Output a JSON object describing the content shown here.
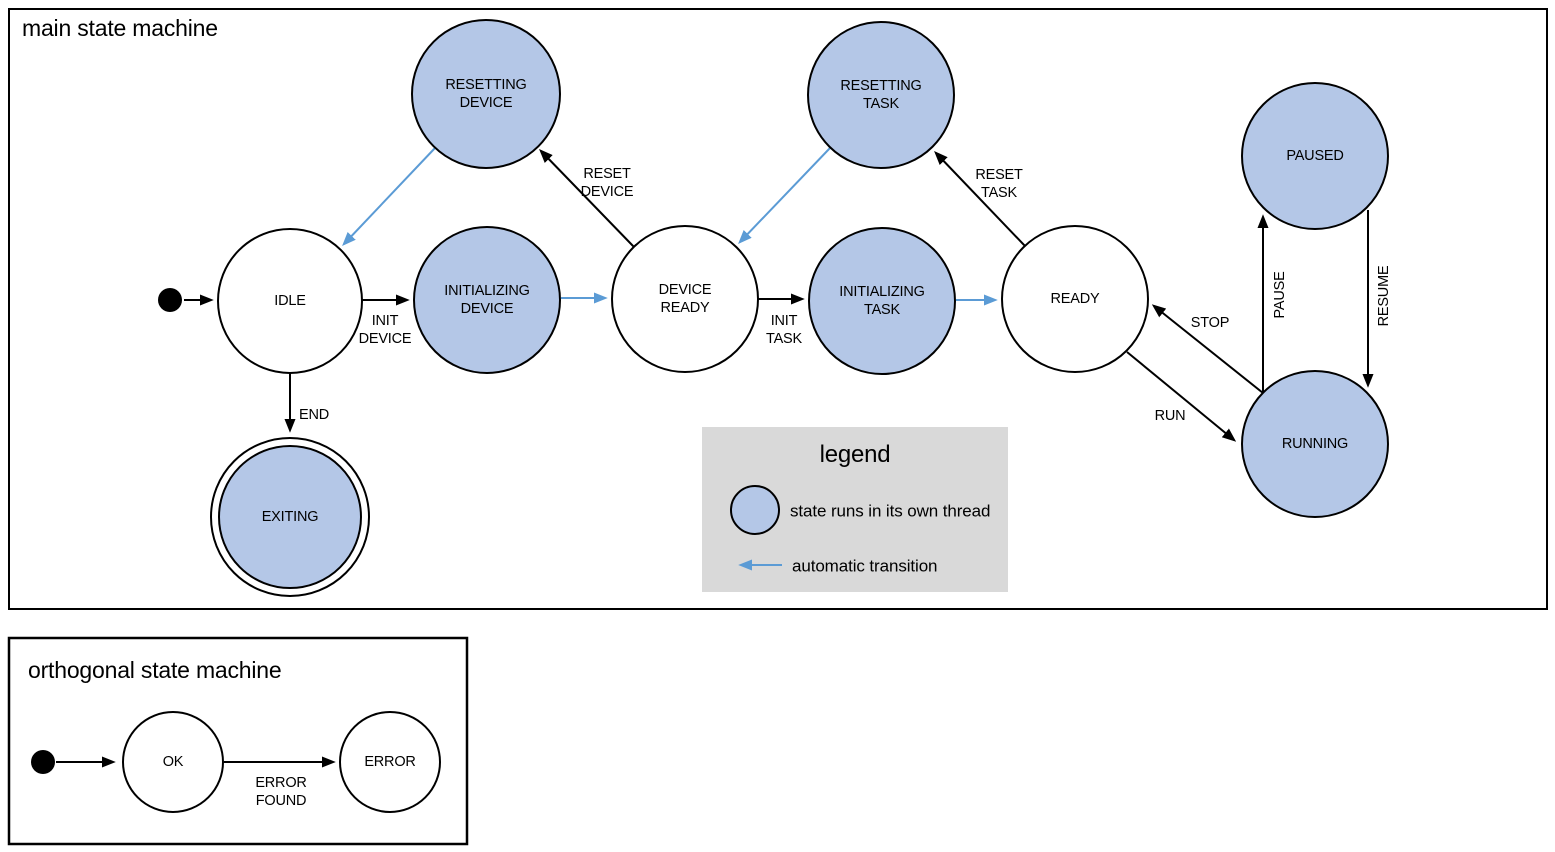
{
  "colors": {
    "thread_fill": "#b4c7e7",
    "auto_arrow": "#5b9bd5",
    "legend_bg": "#d9d9d9",
    "line": "#000000"
  },
  "main": {
    "title": "main state machine",
    "states": {
      "idle": "IDLE",
      "resetting_device": {
        "l1": "RESETTING",
        "l2": "DEVICE"
      },
      "initializing_device": {
        "l1": "INITIALIZING",
        "l2": "DEVICE"
      },
      "device_ready": {
        "l1": "DEVICE",
        "l2": "READY"
      },
      "resetting_task": {
        "l1": "RESETTING",
        "l2": "TASK"
      },
      "initializing_task": {
        "l1": "INITIALIZING",
        "l2": "TASK"
      },
      "ready": "READY",
      "paused": "PAUSED",
      "running": "RUNNING",
      "exiting": "EXITING"
    },
    "transitions": {
      "init_device": {
        "l1": "INIT",
        "l2": "DEVICE"
      },
      "reset_device": {
        "l1": "RESET",
        "l2": "DEVICE"
      },
      "init_task": {
        "l1": "INIT",
        "l2": "TASK"
      },
      "reset_task": {
        "l1": "RESET",
        "l2": "TASK"
      },
      "end": "END",
      "stop": "STOP",
      "run": "RUN",
      "pause": "PAUSE",
      "resume": "RESUME"
    },
    "legend": {
      "title": "legend",
      "thread": "state runs in its own thread",
      "auto": "automatic transition"
    }
  },
  "orthogonal": {
    "title": "orthogonal state machine",
    "states": {
      "ok": "OK",
      "error": "ERROR"
    },
    "transitions": {
      "error_found": {
        "l1": "ERROR",
        "l2": "FOUND"
      }
    }
  }
}
